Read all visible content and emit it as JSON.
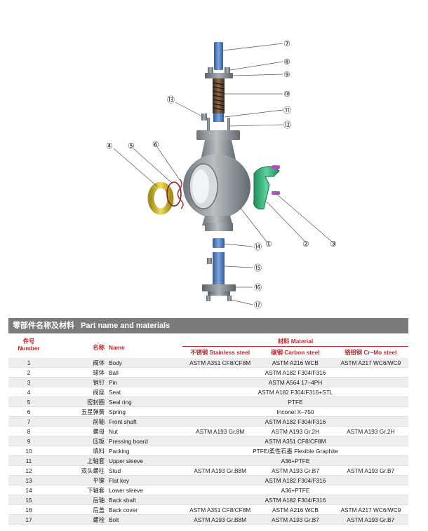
{
  "callouts": [
    "⑦",
    "⑧",
    "⑨",
    "⑩",
    "⑪",
    "⑫",
    "⑬",
    "④",
    "⑤",
    "⑥",
    "①",
    "②",
    "③",
    "⑭",
    "⑮",
    "⑯",
    "⑰"
  ],
  "colors": {
    "title_bar": "#7b7b7b",
    "header_red": "#c0282d",
    "shaft_blue": "#4f78b8",
    "body_gray": "#8b9196",
    "pressing_green": "#3bb37c",
    "seat_yellow": "#d7c23a",
    "pin_purple": "#b24fc0"
  },
  "table": {
    "title_cn": "零部件名称及材料",
    "title_en": "Part name and materials",
    "headers": {
      "number_cn": "件号",
      "number_en": "Number",
      "name_cn": "名称",
      "name_en": "Name",
      "material_cn": "材料",
      "material_en": "Material",
      "stainless_cn": "不锈钢",
      "stainless_en": "Stainless steel",
      "carbon_cn": "碳钢",
      "carbon_en": "Carbon steel",
      "crmo_cn": "铬钼钢",
      "crmo_en": "Cr–Mo steel"
    },
    "rows": [
      {
        "num": "1",
        "cn": "阀体",
        "en": "Body",
        "stainless": "ASTM A351 CF8/CF8M",
        "carbon": "ASTM A216 WCB",
        "crmo": "ASTM A217 WC6/WC9",
        "span": ""
      },
      {
        "num": "2",
        "cn": "球体",
        "en": "Ball",
        "span": "ASTM A182 F304/F316"
      },
      {
        "num": "3",
        "cn": "销钉",
        "en": "Pin",
        "span": "ASTM A564 17–4PH"
      },
      {
        "num": "4",
        "cn": "阀座",
        "en": "Seat",
        "span": "ASTM  A182  F304/F316+STL"
      },
      {
        "num": "5",
        "cn": "密封圈",
        "en": "Seal ring",
        "span": "PTFE"
      },
      {
        "num": "6",
        "cn": "五星弹簧",
        "en": "Spring",
        "span": "Inconel X–750"
      },
      {
        "num": "7",
        "cn": "前轴",
        "en": "Front shaft",
        "span": "ASTM A182 F304/F316"
      },
      {
        "num": "8",
        "cn": "螺母",
        "en": "Nut",
        "stainless": "ASTM A193 Gr.8M",
        "carbon": "ASTM A193 Gr.2H",
        "crmo": "ASTM A193 Gr.2H",
        "span": ""
      },
      {
        "num": "9",
        "cn": "压板",
        "en": "Pressing board",
        "span": "ASTM A351 CF8/CF8M"
      },
      {
        "num": "10",
        "cn": "填料",
        "en": "Packing",
        "span": "PTFE/柔性石墨  Flexible Graphite"
      },
      {
        "num": "11",
        "cn": "上轴套",
        "en": "Upper sleeve",
        "span": "A36+PTFE"
      },
      {
        "num": "12",
        "cn": "双头螺柱",
        "en": "Stud",
        "stainless": "ASTM A193 Gr.B8M",
        "carbon": "ASTM A193 Gr.B7",
        "crmo": "ASTM A193 Gr.B7",
        "span": ""
      },
      {
        "num": "13",
        "cn": "平键",
        "en": "Flat key",
        "span": "ASTM  A182  F304/F316"
      },
      {
        "num": "14",
        "cn": "下轴套",
        "en": "Lower sleeve",
        "span": "A36+PTFE"
      },
      {
        "num": "15",
        "cn": "后轴",
        "en": "Back shaft",
        "span": "ASTM  A182  F304/F316"
      },
      {
        "num": "16",
        "cn": "后盖",
        "en": "Back cover",
        "stainless": "ASTM A351 CF8/CF8M",
        "carbon": "ASTM A216 WCB",
        "crmo": "ASTM A217 WC6/WC9",
        "span": ""
      },
      {
        "num": "17",
        "cn": "螺栓",
        "en": "Bolt",
        "stainless": "ASTM A193 Gr.B8M",
        "carbon": "ASTM A193 Gr.B7",
        "crmo": "ASTM A193 Gr.B7",
        "span": ""
      }
    ]
  }
}
